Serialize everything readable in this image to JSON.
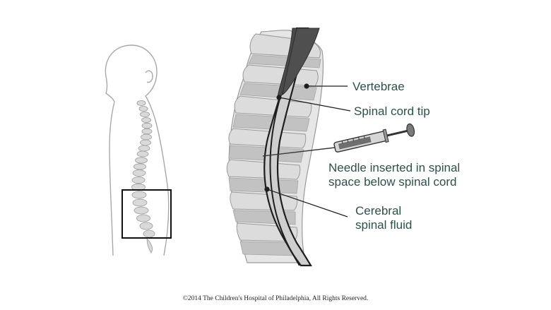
{
  "labels": {
    "vertebrae": "Vertebrae",
    "spinal_cord_tip": "Spinal cord tip",
    "needle_line1": "Needle inserted in spinal",
    "needle_line2": "space below spinal cord",
    "csf_line1": "Cerebral",
    "csf_line2": "spinal fluid"
  },
  "copyright": "©2014 The Children's Hospital of Philadelphia, All Rights Reserved.",
  "colors": {
    "label_text": "#2f4f4c",
    "vertebra_fill": "#d6d6d6",
    "disc_fill": "#bdbdbd",
    "cord_fill": "#4a4a4a",
    "outline": "#9a9a9a"
  }
}
